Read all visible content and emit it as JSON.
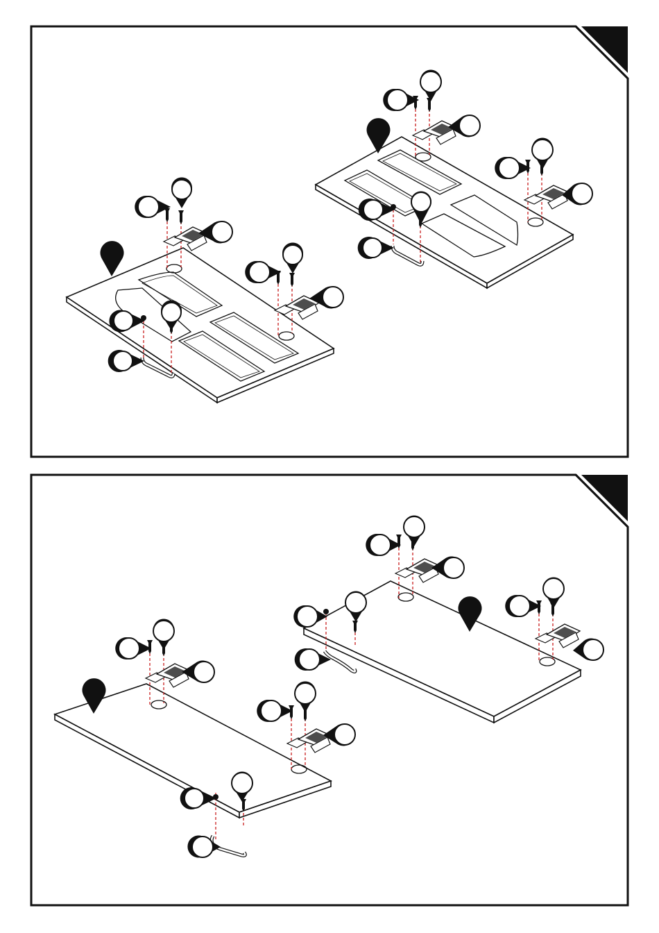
{
  "page": {
    "background": "#ffffff",
    "line_color": "#111111",
    "dash_color": "#c81e1e"
  },
  "panels": [
    {
      "step_number": "",
      "description": "",
      "doors": [
        {
          "type": "glass-panel-door",
          "callouts": [
            "",
            "",
            "",
            "",
            "",
            "",
            "",
            "",
            "",
            ""
          ]
        },
        {
          "type": "glass-panel-door",
          "callouts": [
            "",
            "",
            "",
            "",
            "",
            "",
            "",
            "",
            "",
            ""
          ]
        }
      ]
    },
    {
      "step_number": "",
      "description": "",
      "doors": [
        {
          "type": "solid-door",
          "callouts": [
            "",
            "",
            "",
            "",
            "",
            "",
            "",
            "",
            "",
            ""
          ]
        },
        {
          "type": "solid-door",
          "callouts": [
            "",
            "",
            "",
            "",
            "",
            "",
            "",
            "",
            "",
            ""
          ]
        }
      ]
    }
  ]
}
